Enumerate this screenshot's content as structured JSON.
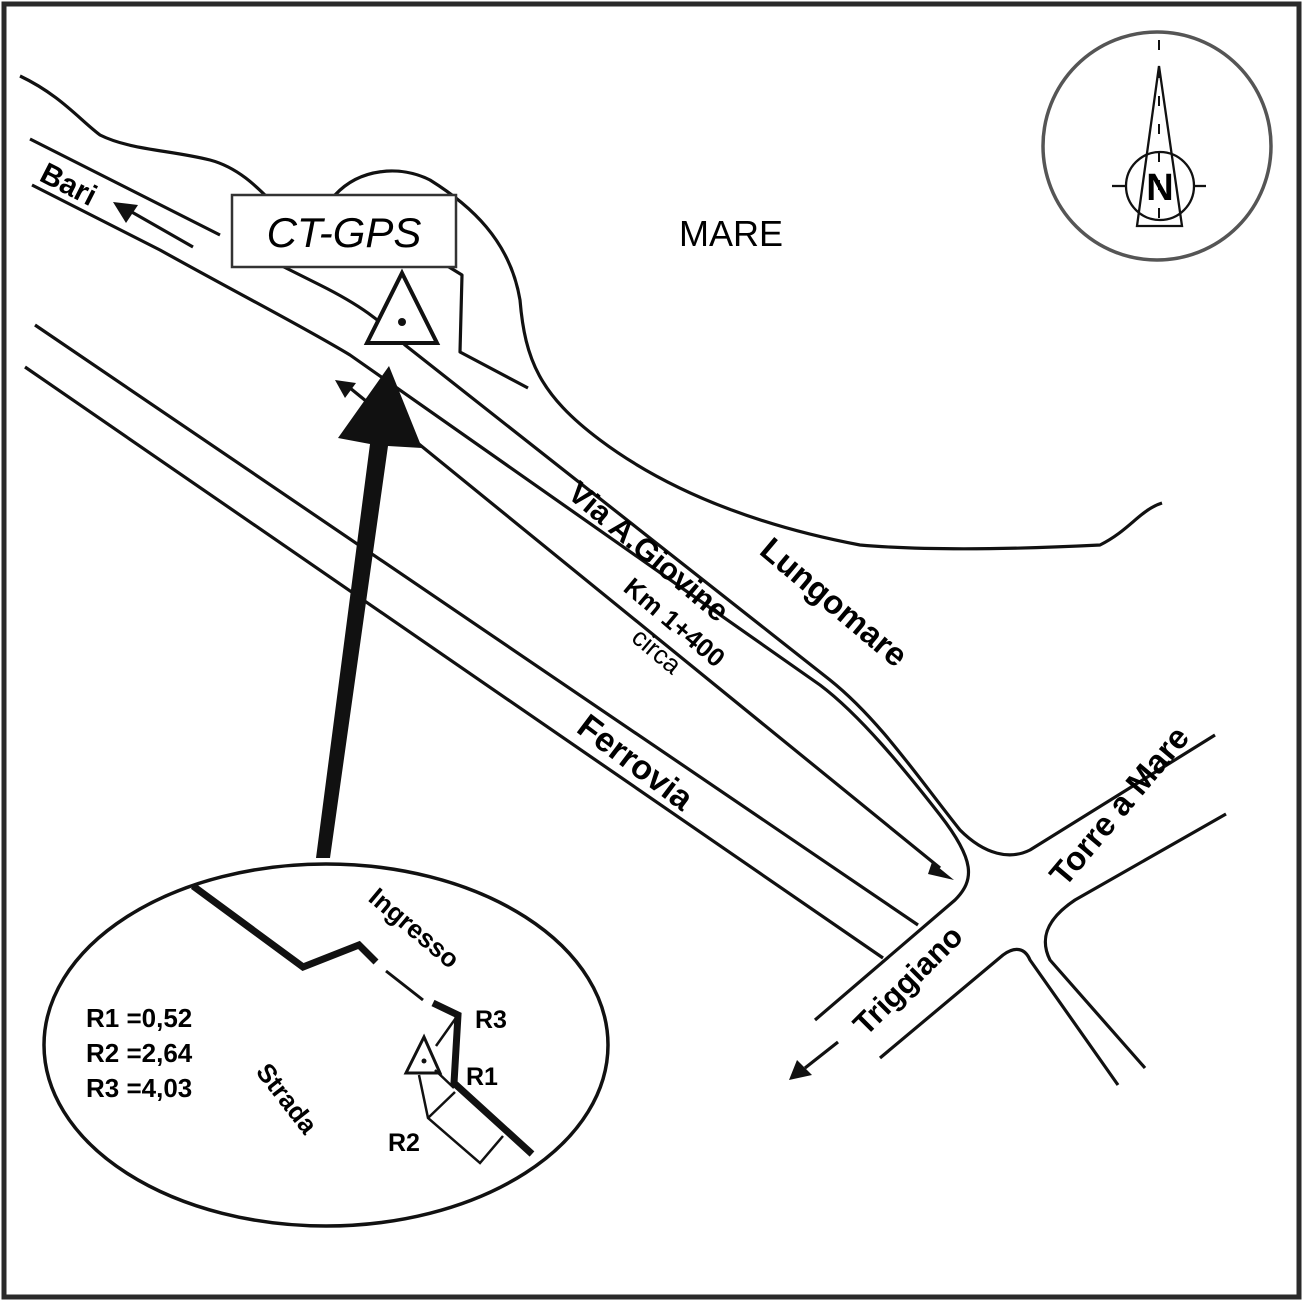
{
  "map": {
    "sea_label": "MARE",
    "station_label": "CT-GPS",
    "compass_label": "N",
    "roads": {
      "bari": "Bari",
      "via_giovine": "Via A.Giovine",
      "km": "Km 1+400",
      "km_note": "circa",
      "lungomare": "Lungomare",
      "ferrovia": "Ferrovia",
      "torre": "Torre a Mare",
      "triggiano": "Triggiano"
    },
    "inset": {
      "entrance_label": "Ingresso",
      "road_label": "Strada",
      "point_labels": [
        "R1",
        "R2",
        "R3"
      ],
      "measurements": [
        {
          "label": "R1 =0,52"
        },
        {
          "label": "R2 =2,64"
        },
        {
          "label": "R3 =4,03"
        }
      ]
    },
    "colors": {
      "line": "#111111",
      "frame": "#2a2a2a",
      "compass_ring": "#555555"
    }
  }
}
